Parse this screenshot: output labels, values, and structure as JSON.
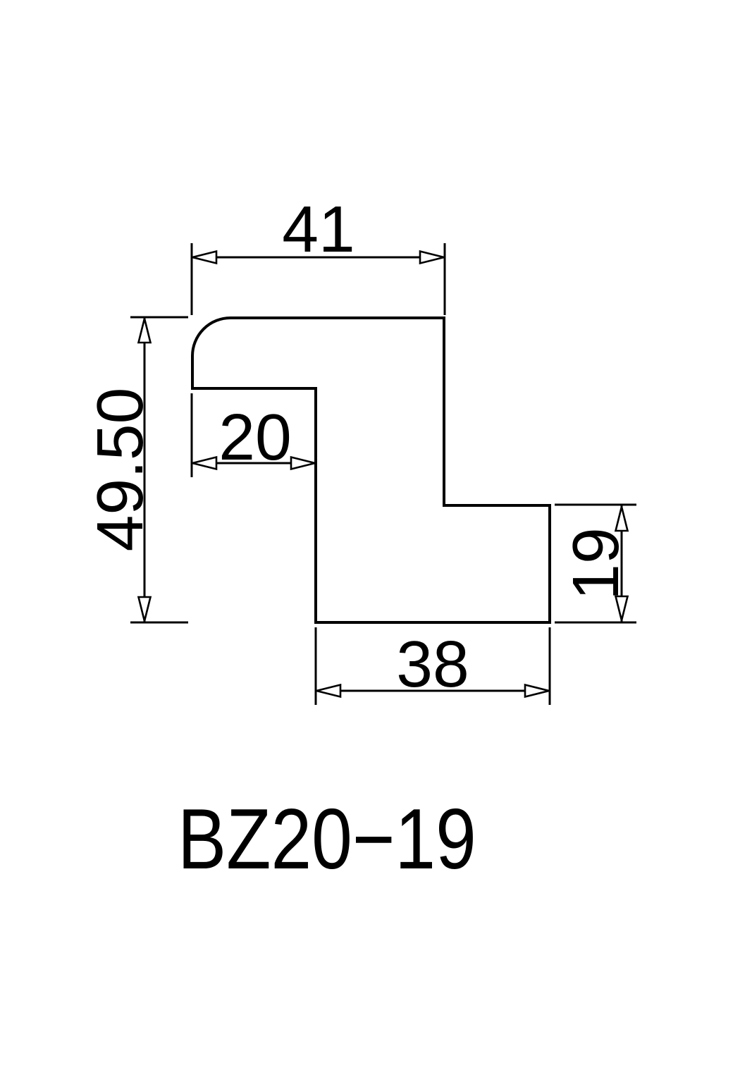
{
  "drawing": {
    "title": "BZ20−19",
    "dimensions": {
      "top_width": "41",
      "overall_height": "49.50",
      "inner_width": "20",
      "right_height": "19",
      "bottom_width": "38"
    },
    "colors": {
      "line": "#000000",
      "background": "#ffffff"
    }
  }
}
